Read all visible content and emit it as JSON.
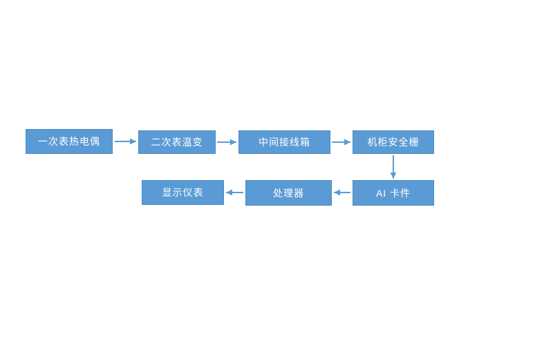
{
  "diagram": {
    "accent_color": "#5b9bd5",
    "text_color": "#ffffff",
    "background_color": "#ffffff",
    "nodes": [
      {
        "id": "primary-thermocouple",
        "label": "一次表热电偶",
        "row": 1
      },
      {
        "id": "secondary-transmitter",
        "label": "二次表温变",
        "row": 1
      },
      {
        "id": "junction-box",
        "label": "中间接线箱",
        "row": 1
      },
      {
        "id": "cabinet-safety-barrier",
        "label": "机柜安全栅",
        "row": 1
      },
      {
        "id": "ai-card",
        "label": "AI 卡件",
        "row": 2
      },
      {
        "id": "processor",
        "label": "处理器",
        "row": 2
      },
      {
        "id": "display-instrument",
        "label": "显示仪表",
        "row": 2
      }
    ],
    "edges": [
      {
        "from": "primary-thermocouple",
        "to": "secondary-transmitter",
        "direction": "right"
      },
      {
        "from": "secondary-transmitter",
        "to": "junction-box",
        "direction": "right"
      },
      {
        "from": "junction-box",
        "to": "cabinet-safety-barrier",
        "direction": "right"
      },
      {
        "from": "cabinet-safety-barrier",
        "to": "ai-card",
        "direction": "down"
      },
      {
        "from": "ai-card",
        "to": "processor",
        "direction": "left"
      },
      {
        "from": "processor",
        "to": "display-instrument",
        "direction": "left"
      }
    ]
  }
}
